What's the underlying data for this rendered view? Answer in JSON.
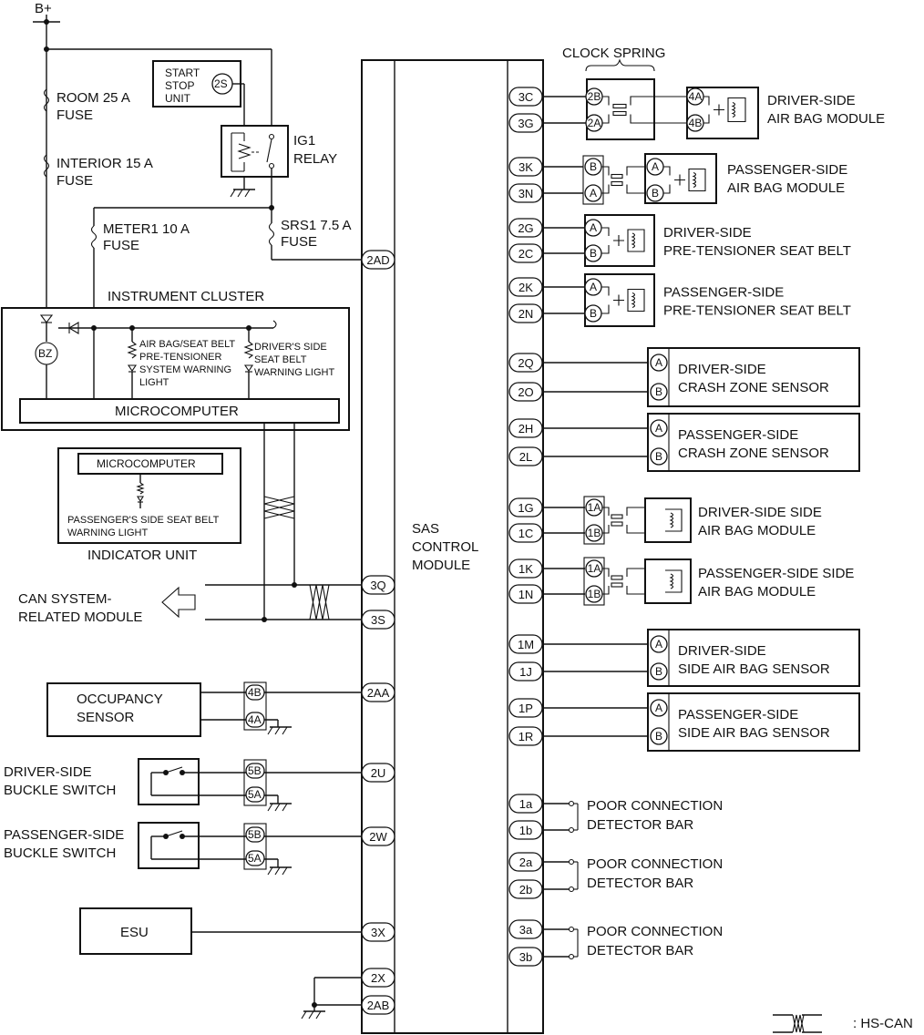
{
  "power": {
    "battery": "B+"
  },
  "fuses": {
    "room": [
      "ROOM 25 A",
      "FUSE"
    ],
    "interior": [
      "INTERIOR 15 A",
      "FUSE"
    ],
    "meter1": [
      "METER1 10 A",
      "FUSE"
    ],
    "srs1": [
      "SRS1 7.5 A",
      "FUSE"
    ]
  },
  "modules": {
    "start_stop": [
      "START",
      "STOP",
      "UNIT"
    ],
    "start_stop_pin": "2S",
    "ig1_relay": [
      "IG1",
      "RELAY"
    ],
    "instrument_cluster": "INSTRUMENT CLUSTER",
    "buzzer": "BZ",
    "airbag_warning": [
      "AIR BAG/SEAT BELT",
      "PRE-TENSIONER",
      "SYSTEM WARNING",
      "LIGHT"
    ],
    "driver_belt_warning": [
      "DRIVER'S SIDE",
      "SEAT BELT",
      "WARNING LIGHT"
    ],
    "microcomputer": "MICROCOMPUTER",
    "passenger_belt_warning": [
      "PASSENGER'S SIDE SEAT BELT",
      "WARNING LIGHT"
    ],
    "indicator_unit": "INDICATOR UNIT",
    "can_module": [
      "CAN SYSTEM-",
      "RELATED MODULE"
    ],
    "occupancy": [
      "OCCUPANCY",
      "SENSOR"
    ],
    "occupancy_pins": [
      "4B",
      "4A"
    ],
    "driver_buckle": [
      "DRIVER-SIDE",
      "BUCKLE SWITCH"
    ],
    "passenger_buckle": [
      "PASSENGER-SIDE",
      "BUCKLE SWITCH"
    ],
    "buckle_pins": [
      "5B",
      "5A"
    ],
    "esu": "ESU",
    "sas": [
      "SAS",
      "CONTROL",
      "MODULE"
    ],
    "clock_spring": "CLOCK SPRING"
  },
  "sas_left_pins": [
    "2AD",
    "3Q",
    "3S",
    "2AA",
    "2U",
    "2W",
    "3X",
    "2X",
    "2AB"
  ],
  "sas_right_pins": [
    "3C",
    "3G",
    "3K",
    "3N",
    "2G",
    "2C",
    "2K",
    "2N",
    "2Q",
    "2O",
    "2H",
    "2L",
    "1G",
    "1C",
    "1K",
    "1N",
    "1M",
    "1J",
    "1P",
    "1R",
    "1a",
    "1b",
    "2a",
    "2b",
    "3a",
    "3b"
  ],
  "right_modules": [
    {
      "kind": "squib_cs",
      "lines": [
        "DRIVER-SIDE",
        "AIR BAG MODULE"
      ],
      "pins": [
        "2B",
        "2A"
      ],
      "pins2": [
        "4A",
        "4B"
      ]
    },
    {
      "kind": "squib_pass",
      "lines": [
        "PASSENGER-SIDE",
        "AIR BAG MODULE"
      ],
      "pins": [
        "B",
        "A"
      ],
      "pins2": [
        "A",
        "B"
      ]
    },
    {
      "kind": "pretensioner",
      "lines": [
        "DRIVER-SIDE",
        "PRE-TENSIONER SEAT BELT"
      ],
      "pins": [
        "A",
        "B"
      ]
    },
    {
      "kind": "pretensioner",
      "lines": [
        "PASSENGER-SIDE",
        "PRE-TENSIONER SEAT BELT"
      ],
      "pins": [
        "A",
        "B"
      ]
    },
    {
      "kind": "sensor",
      "lines": [
        "DRIVER-SIDE",
        "CRASH ZONE SENSOR"
      ],
      "pins": [
        "A",
        "B"
      ]
    },
    {
      "kind": "sensor",
      "lines": [
        "PASSENGER-SIDE",
        "CRASH ZONE SENSOR"
      ],
      "pins": [
        "A",
        "B"
      ]
    },
    {
      "kind": "side_airbag",
      "lines": [
        "DRIVER-SIDE SIDE",
        "AIR BAG MODULE"
      ],
      "pins": [
        "1A",
        "1B"
      ]
    },
    {
      "kind": "side_airbag",
      "lines": [
        "PASSENGER-SIDE SIDE",
        "AIR BAG MODULE"
      ],
      "pins": [
        "1A",
        "1B"
      ]
    },
    {
      "kind": "sensor",
      "lines": [
        "DRIVER-SIDE",
        "SIDE AIR BAG SENSOR"
      ],
      "pins": [
        "A",
        "B"
      ]
    },
    {
      "kind": "sensor",
      "lines": [
        "PASSENGER-SIDE",
        "SIDE AIR BAG SENSOR"
      ],
      "pins": [
        "A",
        "B"
      ]
    },
    {
      "kind": "detector",
      "lines": [
        "POOR CONNECTION",
        "DETECTOR BAR"
      ]
    },
    {
      "kind": "detector",
      "lines": [
        "POOR CONNECTION",
        "DETECTOR BAR"
      ]
    },
    {
      "kind": "detector",
      "lines": [
        "POOR CONNECTION",
        "DETECTOR BAR"
      ]
    }
  ],
  "legend": {
    "hs_can": ": HS-CAN"
  }
}
